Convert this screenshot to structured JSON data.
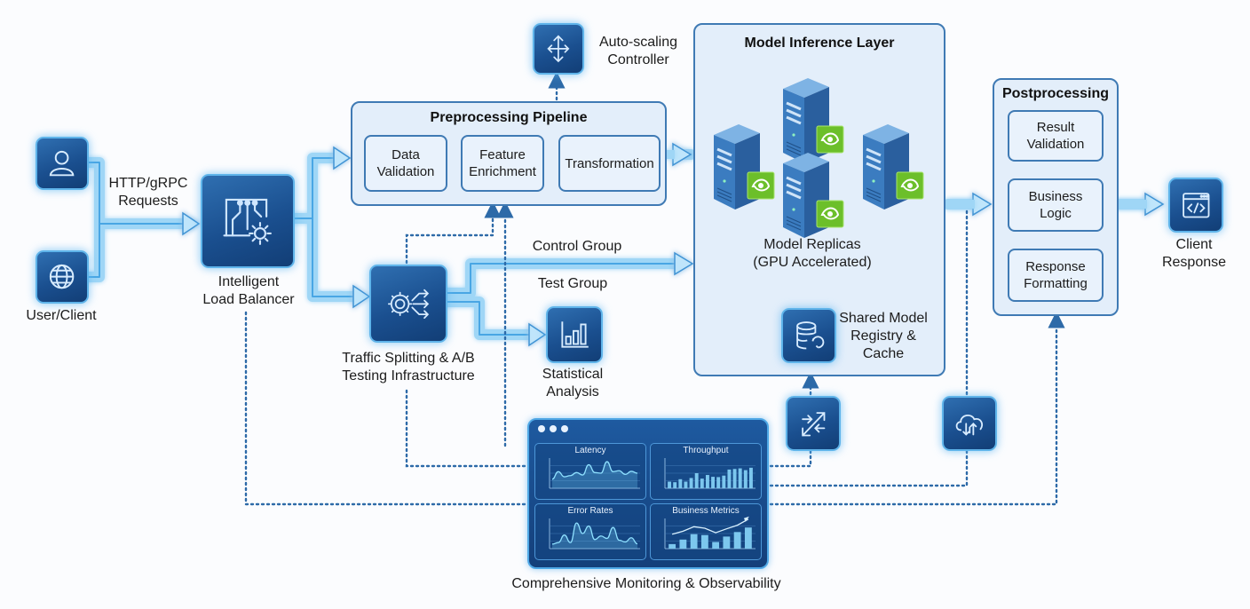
{
  "diagram": {
    "title": "ML Model Serving Architecture with A/B Testing and Monitoring"
  },
  "nodes": {
    "user_client": {
      "label": "User/Client",
      "icons": [
        "user-icon",
        "globe-icon"
      ]
    },
    "requests": {
      "label_line1": "HTTP/gRPC",
      "label_line2": "Requests"
    },
    "load_balancer": {
      "label_line1": "Intelligent",
      "label_line2": "Load Balancer",
      "icon": "circuit-gear-icon"
    },
    "autoscaling": {
      "label_line1": "Auto-scaling",
      "label_line2": "Controller",
      "icon": "move-arrows-icon"
    },
    "preprocessing": {
      "title": "Preprocessing Pipeline",
      "stages": [
        {
          "line1": "Data",
          "line2": "Validation"
        },
        {
          "line1": "Feature",
          "line2": "Enrichment"
        },
        {
          "line1": "Transformation",
          "line2": ""
        }
      ]
    },
    "traffic_split": {
      "label_line1": "Traffic Splitting & A/B",
      "label_line2": "Testing Infrastructure",
      "icon": "gear-split-icon"
    },
    "control_group": {
      "label": "Control Group"
    },
    "test_group": {
      "label": "Test Group"
    },
    "stats": {
      "label_line1": "Statistical",
      "label_line2": "Analysis",
      "icon": "bar-chart-icon"
    },
    "inference": {
      "title": "Model Inference Layer",
      "replicas_line1": "Model Replicas",
      "replicas_line2": "(GPU Accelerated)",
      "replica_count": 4,
      "registry_line1": "Shared Model",
      "registry_line2": "Registry &",
      "registry_line3": "Cache",
      "registry_icon": "database-sync-icon"
    },
    "postprocessing": {
      "title": "Postprocessing",
      "stages": [
        {
          "line1": "Result",
          "line2": "Validation"
        },
        {
          "line1": "Business",
          "line2": "Logic"
        },
        {
          "line1": "Response",
          "line2": "Formatting"
        }
      ]
    },
    "client_response": {
      "label_line1": "Client",
      "label_line2": "Response",
      "icon": "code-window-icon"
    },
    "traffic_router_icon": "swap-arrows-icon",
    "cloud_sync_icon": "cloud-transfer-icon"
  },
  "monitoring": {
    "label": "Comprehensive Monitoring & Observability",
    "panels": [
      {
        "title": "Latency",
        "type": "area",
        "values": [
          30,
          55,
          38,
          42,
          52,
          44,
          78,
          52,
          50,
          88,
          55,
          58,
          46,
          56,
          50
        ]
      },
      {
        "title": "Throughput",
        "type": "bar",
        "values": [
          22,
          20,
          30,
          22,
          34,
          50,
          32,
          44,
          38,
          37,
          42,
          62,
          64,
          66,
          60,
          68
        ]
      },
      {
        "title": "Error Rates",
        "type": "area",
        "values": [
          15,
          20,
          45,
          20,
          85,
          50,
          75,
          30,
          42,
          34,
          70,
          28,
          22,
          36,
          16
        ]
      },
      {
        "title": "Business Metrics",
        "type": "bar+line",
        "values": [
          15,
          30,
          48,
          45,
          22,
          40,
          55,
          70
        ],
        "trend": [
          30,
          40,
          55,
          50,
          35,
          48,
          60,
          80
        ]
      }
    ]
  },
  "colors": {
    "tile": "#1a4f8f",
    "flow": "#7cc8f2",
    "panel_border": "#3f7ab4",
    "gpu": "#6cbf2a",
    "dotted": "#2d6aa8"
  }
}
